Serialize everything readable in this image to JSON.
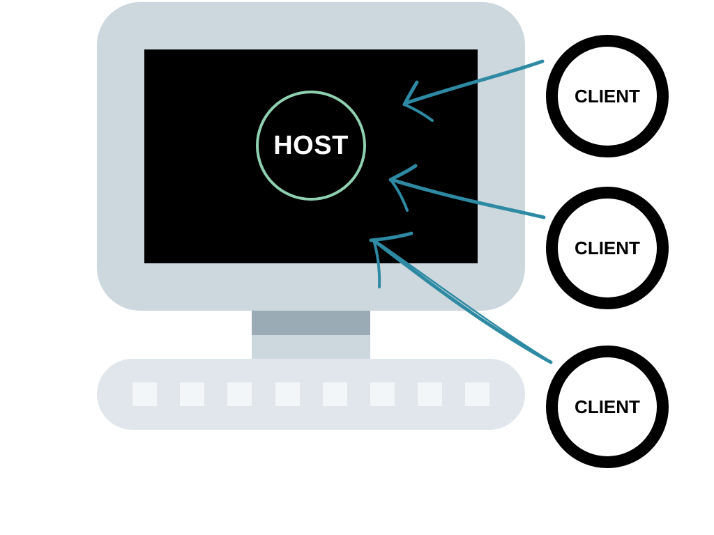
{
  "colors": {
    "bezel": "#cdd7de",
    "screen": "#000000",
    "stand_top": "#9aabb5",
    "stand_bottom": "#cdd7de",
    "keyboard": "#e0e6eb",
    "keys": "#f3f6f8",
    "host_ring": "#8fd0b1",
    "arrow": "#2e8aa3"
  },
  "host": {
    "label": "HOST"
  },
  "clients": [
    {
      "label": "CLIENT"
    },
    {
      "label": "CLIENT"
    },
    {
      "label": "CLIENT"
    }
  ],
  "keyboard": {
    "key_count": 8
  }
}
